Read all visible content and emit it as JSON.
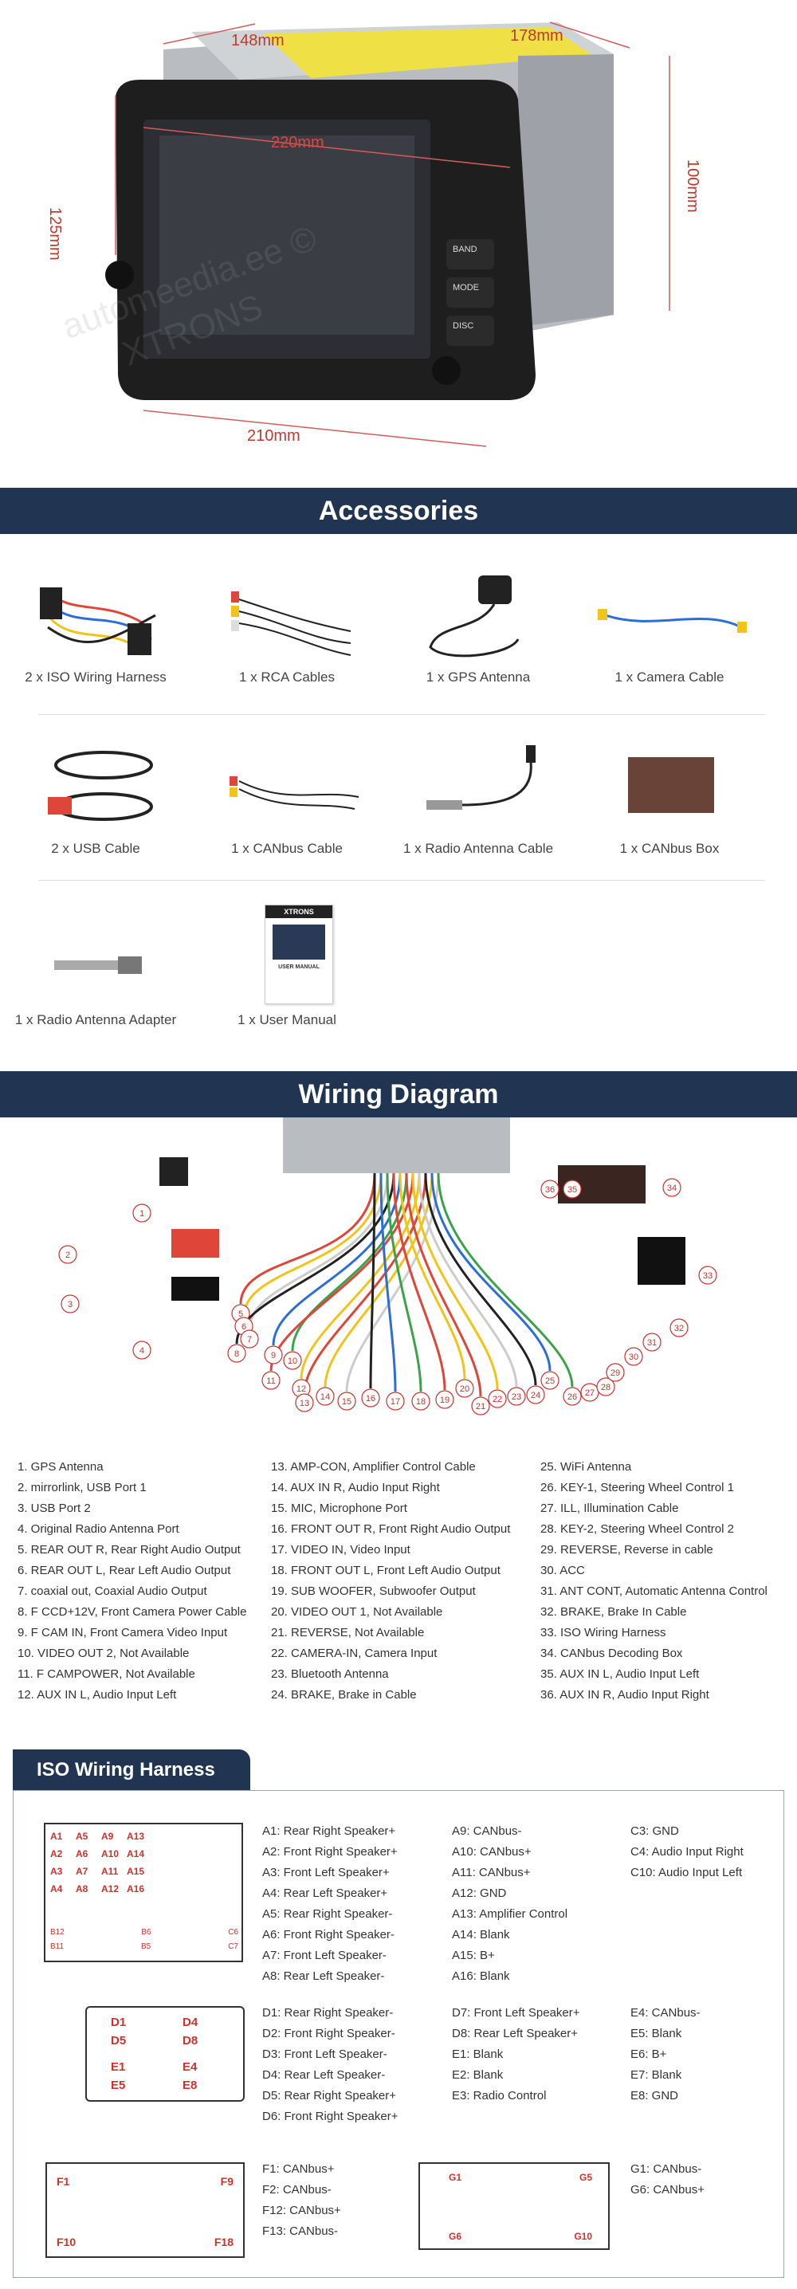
{
  "product": {
    "dimensions": {
      "top_width": "148mm",
      "depth": "178mm",
      "face_width": "220mm",
      "left_height": "125mm",
      "right_height": "100mm",
      "bottom_width": "210mm"
    },
    "buttons": [
      "BAND",
      "MODE",
      "DISC"
    ],
    "watermarks": [
      "XTRONS",
      "automeedia.ee ©"
    ]
  },
  "accessories": {
    "title": "Accessories",
    "items": [
      {
        "label": "2 x ISO Wiring Harness",
        "icon": "wiring-harness-icon"
      },
      {
        "label": "1 x RCA Cables",
        "icon": "rca-cables-icon"
      },
      {
        "label": "1 x GPS Antenna",
        "icon": "gps-antenna-icon"
      },
      {
        "label": "1 x Camera Cable",
        "icon": "camera-cable-icon"
      },
      {
        "label": "2 x USB Cable",
        "icon": "usb-cable-icon"
      },
      {
        "label": "1 x CANbus Cable",
        "icon": "canbus-cable-icon"
      },
      {
        "label": "1 x Radio Antenna Cable",
        "icon": "radio-antenna-cable-icon"
      },
      {
        "label": "1 x CANbus Box",
        "icon": "canbus-box-icon"
      },
      {
        "label": "1 x Radio Antenna Adapter",
        "icon": "antenna-adapter-icon"
      },
      {
        "label": "1 x User Manual",
        "icon": "user-manual-icon"
      }
    ],
    "manual": {
      "brand": "XTRONS",
      "title": "USER MANUAL"
    }
  },
  "wiring": {
    "title": "Wiring Diagram",
    "legend": [
      [
        "1. GPS Antenna",
        "2. mirrorlink, USB Port 1",
        "3. USB Port 2",
        "4. Original Radio Antenna Port",
        "5. REAR OUT R, Rear Right Audio Output",
        "6. REAR OUT L, Rear Left Audio Output",
        "7. coaxial out, Coaxial Audio Output",
        "8. F CCD+12V, Front Camera Power Cable",
        "9. F CAM IN, Front Camera Video Input",
        "10. VIDEO OUT 2, Not Available",
        "11. F CAMPOWER, Not Available",
        "12. AUX IN L, Audio Input Left"
      ],
      [
        "13. AMP-CON, Amplifier Control Cable",
        "14. AUX IN R, Audio Input Right",
        "15. MIC, Microphone Port",
        "16. FRONT OUT R, Front Right Audio Output",
        "17. VIDEO IN, Video Input",
        "18. FRONT OUT L, Front Left Audio Output",
        "19. SUB WOOFER, Subwoofer Output",
        "20. VIDEO OUT 1, Not Available",
        "21. REVERSE, Not Available",
        "22. CAMERA-IN, Camera Input",
        "23. Bluetooth Antenna",
        "24. BRAKE, Brake in Cable"
      ],
      [
        "25. WiFi Antenna",
        "26. KEY-1, Steering Wheel Control 1",
        "27. ILL, Illumination Cable",
        "28. KEY-2, Steering Wheel Control 2",
        "29. REVERSE, Reverse in cable",
        "30. ACC",
        "31. ANT CONT, Automatic Antenna Control",
        "32. BRAKE, Brake In Cable",
        "33. ISO Wiring Harness",
        "34. CANbus Decoding Box",
        "35. AUX IN L, Audio Input Left",
        "36. AUX IN R, Audio Input Right"
      ]
    ],
    "callouts": [
      "1",
      "2",
      "3",
      "4",
      "5",
      "6",
      "7",
      "8",
      "9",
      "10",
      "11",
      "12",
      "13",
      "14",
      "15",
      "16",
      "17",
      "18",
      "19",
      "20",
      "21",
      "22",
      "23",
      "24",
      "25",
      "26",
      "27",
      "28",
      "29",
      "30",
      "31",
      "32",
      "33",
      "34",
      "35",
      "36"
    ]
  },
  "iso": {
    "title": "ISO Wiring Harness",
    "group_a": {
      "pins": [
        [
          "A1",
          "A5",
          "A9",
          "A13"
        ],
        [
          "A2",
          "A6",
          "A10",
          "A14"
        ],
        [
          "A3",
          "A7",
          "A11",
          "A15"
        ],
        [
          "A4",
          "A8",
          "A12",
          "A16"
        ]
      ],
      "b_row1": [
        "B12",
        "B6",
        "C6"
      ],
      "b_row2": [
        "B11",
        "B5",
        "C7"
      ],
      "cols": [
        [
          "A1: Rear Right Speaker+",
          "A2: Front Right Speaker+",
          "A3: Front Left Speaker+",
          "A4: Rear Left Speaker+",
          "A5: Rear Right Speaker-",
          "A6: Front Right Speaker-",
          "A7: Front Left Speaker-",
          "A8: Rear Left Speaker-"
        ],
        [
          "A9: CANbus-",
          "A10: CANbus+",
          "A11: CANbus+",
          "A12: GND",
          "A13: Amplifier Control",
          "A14: Blank",
          "A15: B+",
          "A16: Blank"
        ],
        [
          "C3: GND",
          "C4: Audio Input Right",
          "C10: Audio Input Left"
        ]
      ]
    },
    "group_d": {
      "pins": [
        [
          "D1",
          "D4"
        ],
        [
          "D5",
          "D8"
        ],
        [
          "E1",
          "E4"
        ],
        [
          "E5",
          "E8"
        ]
      ],
      "cols": [
        [
          "D1: Rear Right Speaker-",
          "D2: Front Right Speaker-",
          "D3: Front Left Speaker-",
          "D4: Rear Left Speaker-",
          "D5: Rear Right Speaker+",
          "D6: Front Right Speaker+"
        ],
        [
          "D7: Front Left Speaker+",
          "D8: Rear Left Speaker+",
          "E1: Blank",
          "E2: Blank",
          "E3: Radio Control"
        ],
        [
          "E4: CANbus-",
          "E5: Blank",
          "E6: B+",
          "E7: Blank",
          "E8: GND"
        ]
      ]
    },
    "group_f": {
      "pins": [
        "F1",
        "F9",
        "F10",
        "F18"
      ],
      "g_pins": [
        "G1",
        "G5",
        "G6",
        "G10"
      ],
      "cols": [
        [
          "F1: CANbus+",
          "F2: CANbus-",
          "F12: CANbus+",
          "F13: CANbus-"
        ],
        [
          "G1: CANbus-",
          "G6: CANbus+"
        ]
      ]
    }
  }
}
